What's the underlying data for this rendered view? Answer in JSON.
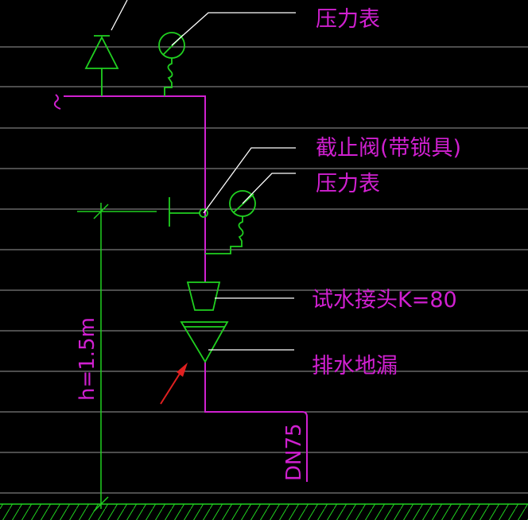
{
  "labels": {
    "pressure_gauge_top": "压力表",
    "shutoff_valve_locked": "截止阀(带锁具)",
    "pressure_gauge_mid": "压力表",
    "test_water_connector": "试水接头K=80",
    "floor_drain": "排水地漏",
    "height": "h=1.5m",
    "pipe_size": "DN75"
  },
  "colors": {
    "background": "#000000",
    "grid_line": "#b4b4b4",
    "pipe": "#d020d0",
    "symbol": "#20d020",
    "leader": "#ffffff",
    "text": "#d020d0",
    "arrow": "#e02020"
  }
}
